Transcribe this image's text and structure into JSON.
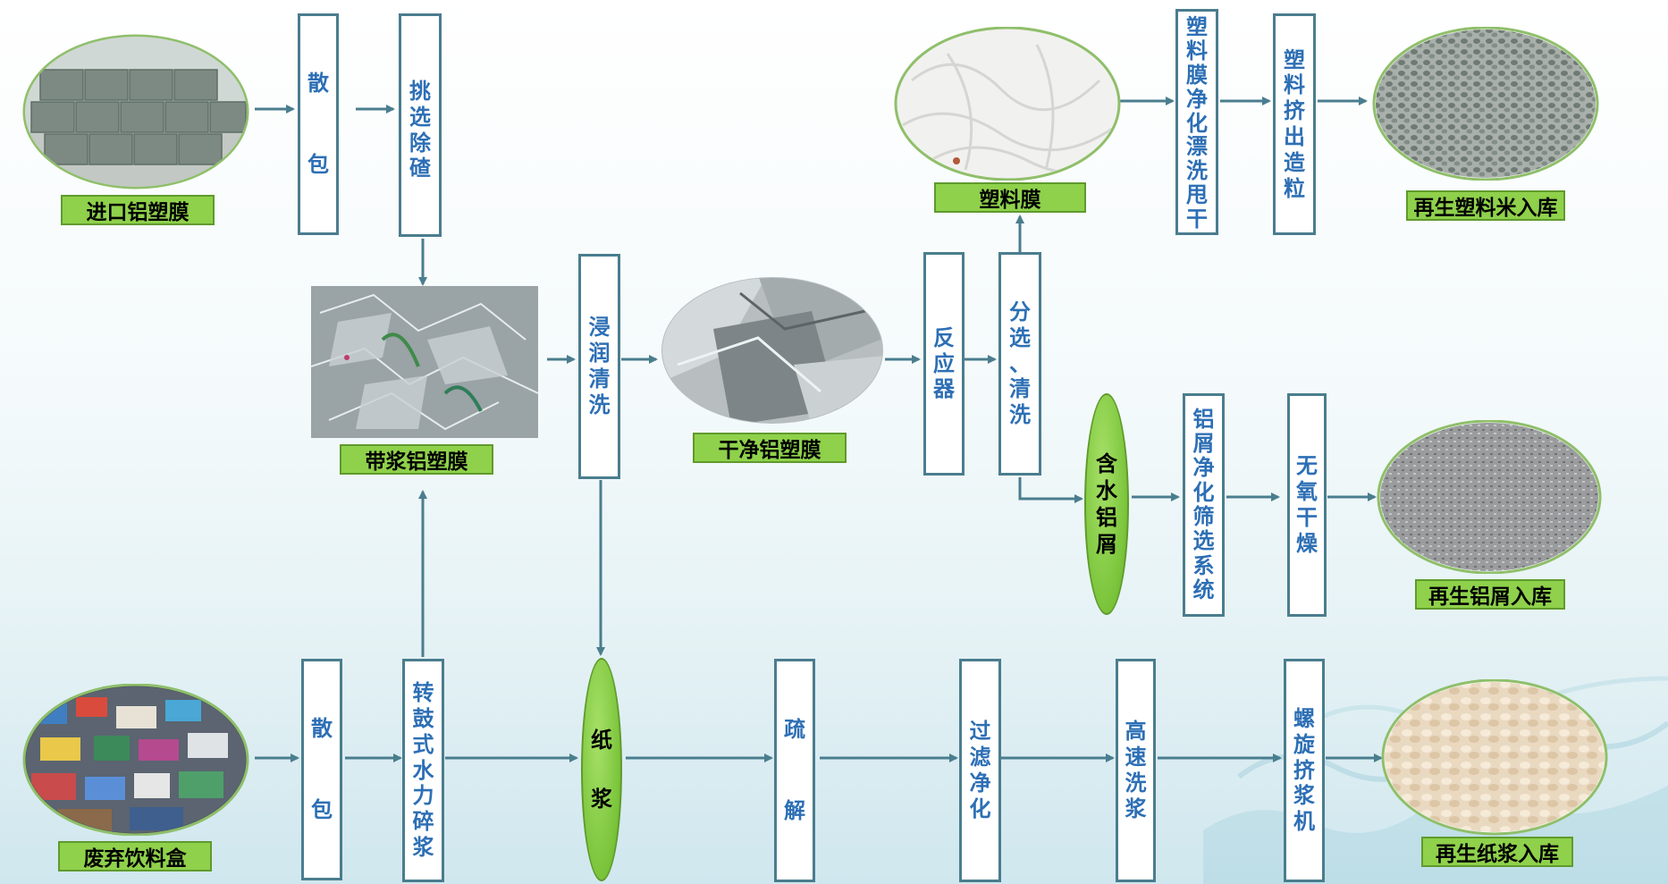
{
  "colors": {
    "box_border": "#4a7d8e",
    "box_text": "#2d6fb5",
    "label_fill": "#8fd14b",
    "arrow": "#4a7d8e"
  },
  "labels": {
    "import_alu_plastic": "进口铝塑膜",
    "pulp_alu_plastic": "带浆铝塑膜",
    "clean_alu_plastic": "干净铝塑膜",
    "plastic_film": "塑料膜",
    "recycled_plastic_pellets": "再生塑料米入库",
    "recycled_aluminum": "再生铝屑入库",
    "discarded_cartons": "废弃饮料盒",
    "recycled_pulp": "再生纸浆入库"
  },
  "boxes": {
    "unpack_top": "散包",
    "sort_remove": "挑选除碴",
    "soak_wash": "浸润清洗",
    "reactor": "反应器",
    "separate_wash": "分选、清洗",
    "film_purify": "塑料膜净化漂洗甩干",
    "extrude_pelletize": "塑料挤出造粒",
    "alu_purify_screen": "铝屑净化筛选系统",
    "oxygen_free_dry": "无氧干燥",
    "unpack_bottom": "散包",
    "drum_pulper": "转鼓式水力碎浆",
    "deflake": "疏解",
    "filter_purify": "过滤净化",
    "high_speed_wash": "高速洗浆",
    "screw_press": "螺旋挤浆机"
  },
  "ellipses": {
    "wet_aluminum": "含水铝屑",
    "pulp": "纸浆"
  },
  "images": {
    "bales": "bales-photo",
    "dirty_film": "dirty-film-photo",
    "clean_film": "clean-film-photo",
    "plastic_flakes": "plastic-film-photo",
    "plastic_pellets": "plastic-pellets-photo",
    "alu_flakes": "aluminum-flakes-photo",
    "cartons": "cartons-photo",
    "pulp_photo": "pulp-photo"
  }
}
